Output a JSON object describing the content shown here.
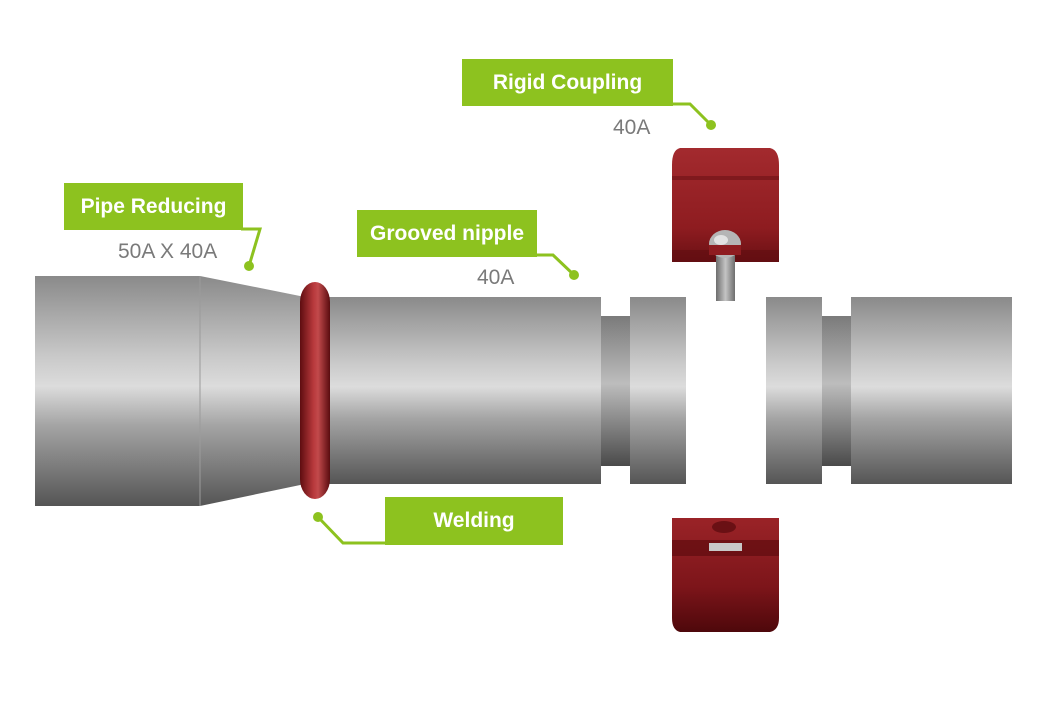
{
  "colors": {
    "accent_green": "#8dc21f",
    "coupling_red": "#8e1c20",
    "pipe_gray": "#a9a9a9",
    "spec_text": "#7a7a7a"
  },
  "callouts": {
    "pipe_reducing": {
      "label": "Pipe Reducing",
      "spec": "50A X 40A"
    },
    "grooved_nipple": {
      "label": "Grooved nipple",
      "spec": "40A"
    },
    "rigid_coupling": {
      "label": "Rigid Coupling",
      "spec": "40A"
    },
    "welding": {
      "label": "Welding"
    }
  }
}
